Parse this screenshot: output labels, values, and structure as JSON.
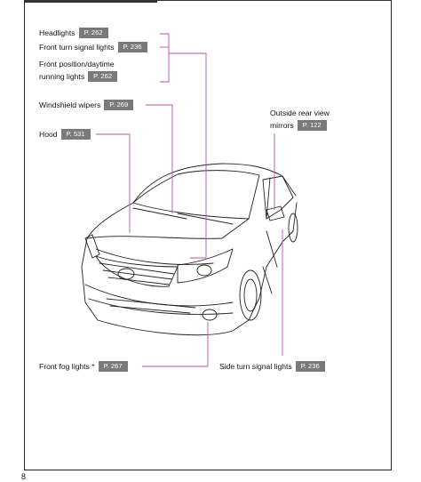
{
  "callouts": {
    "headlights": {
      "label": "Headlights",
      "page": "P. 262"
    },
    "front_turn": {
      "label": "Front turn signal lights",
      "page": "P. 236"
    },
    "front_position_line1": {
      "label": "Front position/daytime"
    },
    "front_position_line2": {
      "label": "running lights",
      "page": "P. 262"
    },
    "wipers": {
      "label": "Windshield wipers",
      "page": "P. 269"
    },
    "hood": {
      "label": "Hood",
      "page": "P. 531"
    },
    "mirrors_line1": {
      "label": "Outside rear view"
    },
    "mirrors_line2": {
      "label": "mirrors",
      "page": "P. 122"
    },
    "fog": {
      "label": "Front fog lights",
      "marker": "*",
      "page": "P. 267"
    },
    "side_turn": {
      "label": "Side turn signal lights",
      "page": "P. 236"
    }
  },
  "page_number": "8",
  "colors": {
    "leader": "#b0569f",
    "badge": "#7a7a7a"
  }
}
